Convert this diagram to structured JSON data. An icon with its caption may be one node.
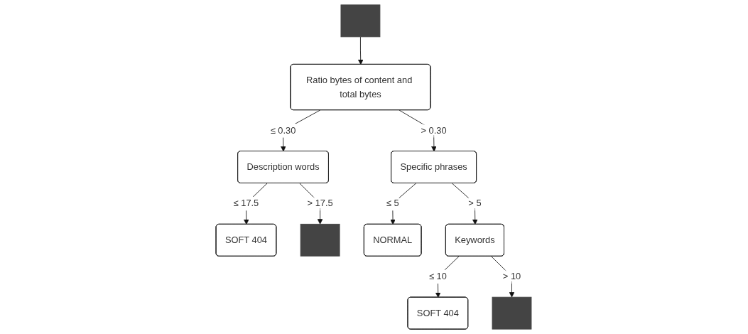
{
  "diagram": {
    "nodes": [
      {
        "text": [],
        "shape": "box"
      },
      {
        "text": [
          "Ratio bytes of content and total bytes"
        ]
      },
      {
        "text": [
          "Description words"
        ]
      },
      {
        "text": [
          "Specific phrases"
        ]
      },
      {
        "text": [
          "SOFT 404"
        ]
      },
      {
        "text": [
          "NORMAL"
        ]
      },
      {
        "text": [
          "Keywords"
        ]
      },
      {
        "text": [],
        "shape": "box"
      },
      {
        "text": [
          "SOFT 404"
        ]
      },
      {
        "text": [],
        "shape": "box"
      }
    ],
    "edges": [
      {
        "from": 0,
        "to": 1,
        "arrow": "to"
      },
      {
        "from": 1,
        "to": 2,
        "arrow": "to",
        "label": "≤ 0.30"
      },
      {
        "from": 1,
        "to": 3,
        "arrow": "to",
        "label": "> 0.30"
      },
      {
        "from": 2,
        "to": 4,
        "arrow": "to",
        "label": "≤ 17.5"
      },
      {
        "from": 2,
        "to": 7,
        "arrow": "to",
        "label": "> 17.5"
      },
      {
        "from": 3,
        "to": 5,
        "arrow": "to",
        "label": "≤ 5"
      },
      {
        "from": 3,
        "to": 6,
        "arrow": "to",
        "label": "> 5"
      },
      {
        "from": 6,
        "to": 8,
        "arrow": "to",
        "label": "≤ 10"
      },
      {
        "from": 6,
        "to": 9,
        "arrow": "to",
        "label": "> 10"
      }
    ]
  }
}
